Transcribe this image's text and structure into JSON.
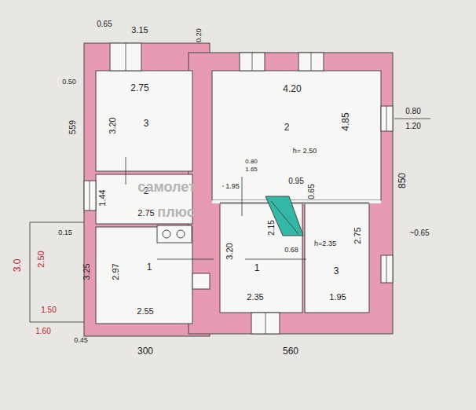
{
  "diagram": {
    "labels": [
      "0.65",
      "3.15",
      "0.20",
      "0.50",
      "2.75",
      "4.20",
      "559",
      "3.20",
      "3",
      "2",
      "4.85",
      "0.80",
      "1.20",
      "h= 2.50",
      "0.80",
      "1.65",
      "1.95",
      "0.95",
      "0.65",
      "850",
      "1.44",
      "2",
      "2.75",
      "самолет",
      "плюс",
      "0.15",
      "2.15",
      "h=2.35",
      "2.75",
      "~0.65",
      "0.68",
      "3.0",
      "2.50",
      "3.25",
      "2.97",
      "1",
      "3.20",
      "1",
      "3",
      "2.35",
      "1.95",
      "1.50",
      "2.55",
      "1.60",
      "0.45",
      "300",
      "560"
    ]
  }
}
